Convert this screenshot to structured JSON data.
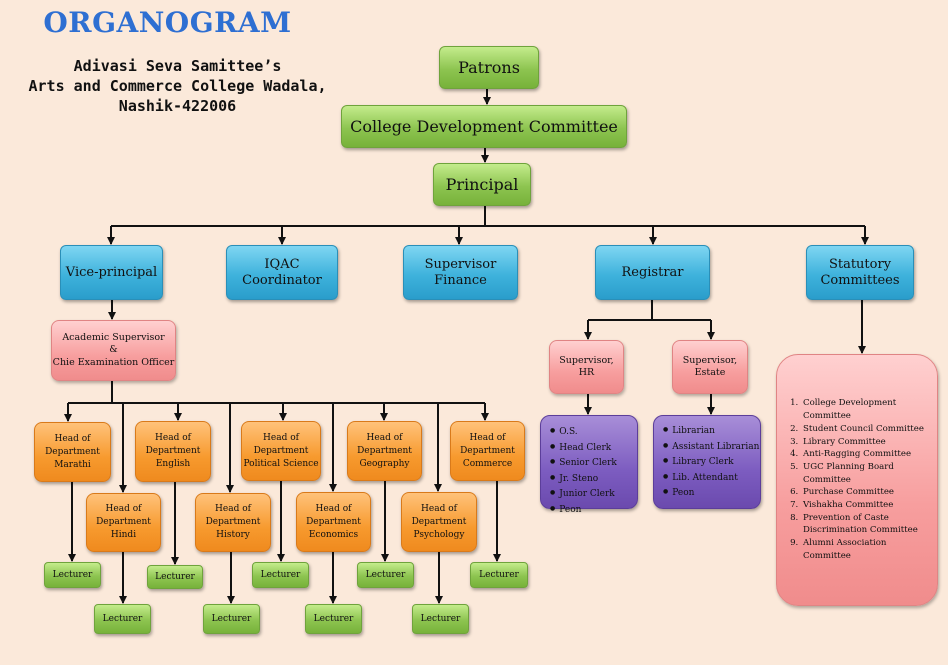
{
  "title": "ORGANOGRAM",
  "subtitle": {
    "line1": "Adivasi Seva Samittee’s",
    "line2": "Arts and Commerce College Wadala,",
    "line3": "Nashik-422006"
  },
  "patrons": "Patrons",
  "cdc": "College Development Committee",
  "principal": "Principal",
  "vice_principal": "Vice-principal",
  "iqac": {
    "line1": "IQAC",
    "line2": "Coordinator"
  },
  "supervisor_finance": {
    "line1": "Supervisor",
    "line2": "Finance"
  },
  "registrar": "Registrar",
  "statutory": {
    "line1": "Statutory",
    "line2": "Committees"
  },
  "academic_supervisor": {
    "line1": "Academic Supervisor",
    "line2": "&",
    "line3": "Chie Examination Officer"
  },
  "hod_prefix": {
    "line1": "Head of",
    "line2": "Department"
  },
  "departments": {
    "marathi": "Marathi",
    "hindi": "Hindi",
    "english": "English",
    "history": "History",
    "political_science": "Political Science",
    "economics": "Economics",
    "geography": "Geography",
    "psychology": "Psychology",
    "commerce": "Commerce"
  },
  "lecturer": "Lecturer",
  "supervisor_hr": {
    "line1": "Supervisor,",
    "line2": "HR"
  },
  "supervisor_estate": {
    "line1": "Supervisor,",
    "line2": "Estate"
  },
  "hr_staff": [
    "O.S.",
    "Head Clerk",
    "Senior Clerk",
    "Jr. Steno",
    "Junior Clerk",
    "Peon"
  ],
  "estate_staff": [
    "Librarian",
    "Assistant Librarian",
    "Library Clerk",
    "Lib. Attendant",
    "Peon"
  ],
  "committees": [
    "College Development Committee",
    "Student Council Committee",
    "Library Committee",
    "Anti-Ragging Committee",
    "UGC Planning Board Committee",
    "Purchase Committee",
    "Vishakha Committee",
    "Prevention of Caste Discrimination Committee",
    "Alumni Association Committee"
  ]
}
